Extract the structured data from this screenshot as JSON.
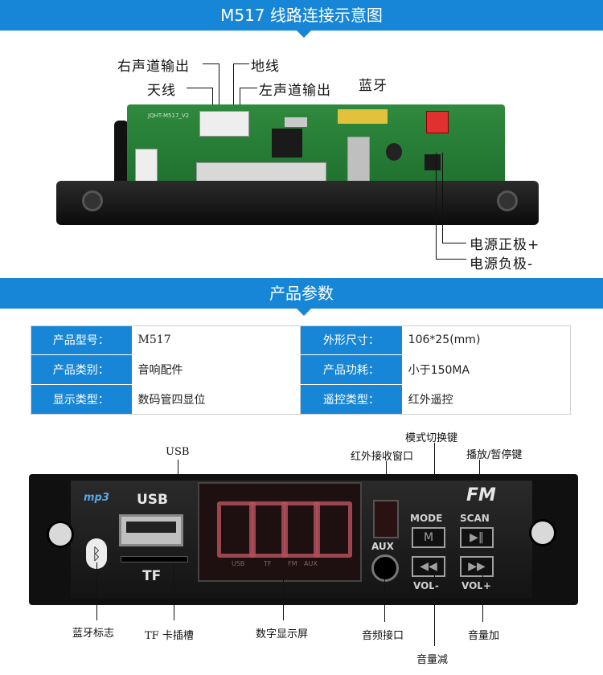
{
  "header": {
    "title": "M517 线路连接示意图"
  },
  "wiring": {
    "right_channel": "右声道输出",
    "ground": "地线",
    "antenna": "天线",
    "left_channel": "左声道输出",
    "bluetooth": "蓝牙",
    "power_pos": "电源正极+",
    "power_neg": "电源负极-",
    "board_silk": "JQHT-M517_V2"
  },
  "params": {
    "title": "产品参数",
    "rows": [
      {
        "k1": "产品型号：",
        "v1": "M517",
        "k2": "外形尺寸：",
        "v2": "106*25(mm)"
      },
      {
        "k1": "产品类别：",
        "v1": "音响配件",
        "k2": "产品功耗：",
        "v2": "小于150MA"
      },
      {
        "k1": "显示类型：",
        "v1": "数码管四显位",
        "k2": "遥控类型：",
        "v2": "红外遥控"
      }
    ]
  },
  "panel": {
    "usb_top": "USB",
    "mode_switch": "模式切换键",
    "ir_window": "红外接收窗口",
    "play_pause": "播放/暂停键",
    "mp3_logo": "mp3",
    "usb_label": "USB",
    "tf_label": "TF",
    "fm_logo": "FM",
    "aux_label": "AUX",
    "mode_btn": "MODE",
    "scan_btn": "SCAN",
    "vol_minus": "VOL-",
    "vol_plus": "VOL+",
    "display_marks": [
      "USB",
      "TF",
      "FM",
      "AUX"
    ],
    "bt_logo": "蓝牙标志",
    "tf_slot": "TF 卡插槽",
    "digital_display": "数字显示屏",
    "audio_port": "音频接口",
    "vol_down": "音量减",
    "vol_up": "音量加"
  },
  "colors": {
    "accent": "#1786d6",
    "display_red": "#b0505a"
  }
}
